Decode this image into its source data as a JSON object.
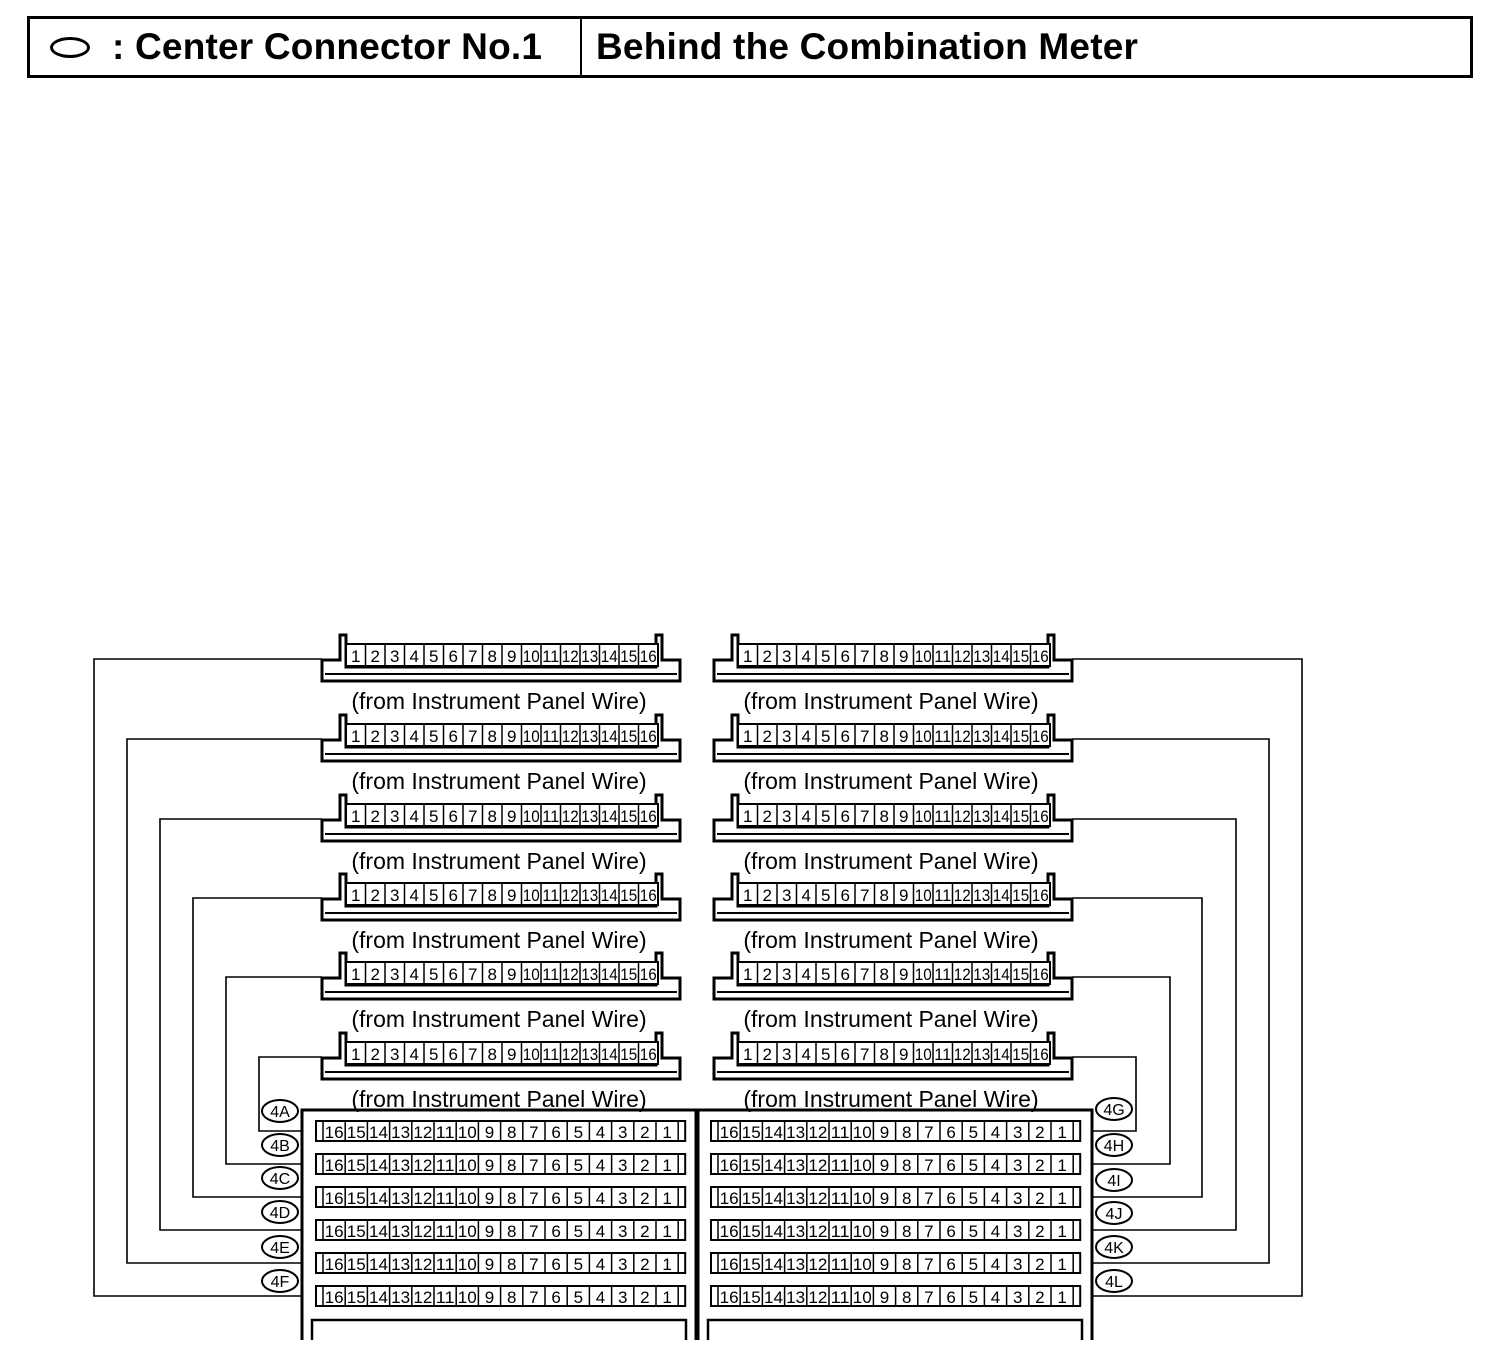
{
  "header": {
    "symbol_icon": "oval-icon",
    "title": ": Center Connector No.1",
    "location": "Behind the Combination Meter"
  },
  "upper_connectors": {
    "source_label": "(from Instrument Panel Wire)",
    "pins": [
      "1",
      "2",
      "3",
      "4",
      "5",
      "6",
      "7",
      "8",
      "9",
      "10",
      "11",
      "12",
      "13",
      "14",
      "15",
      "16"
    ],
    "left": [
      {
        "row": 1
      },
      {
        "row": 2
      },
      {
        "row": 3
      },
      {
        "row": 4
      },
      {
        "row": 5
      },
      {
        "row": 6
      }
    ],
    "right": [
      {
        "row": 1
      },
      {
        "row": 2
      },
      {
        "row": 3
      },
      {
        "row": 4
      },
      {
        "row": 5
      },
      {
        "row": 6
      }
    ]
  },
  "junction_block": {
    "pins": [
      "16",
      "15",
      "14",
      "13",
      "12",
      "11",
      "10",
      "9",
      "8",
      "7",
      "6",
      "5",
      "4",
      "3",
      "2",
      "1"
    ],
    "left_labels": [
      "4A",
      "4B",
      "4C",
      "4D",
      "4E",
      "4F"
    ],
    "right_labels": [
      "4G",
      "4H",
      "4I",
      "4J",
      "4K",
      "4L"
    ]
  }
}
